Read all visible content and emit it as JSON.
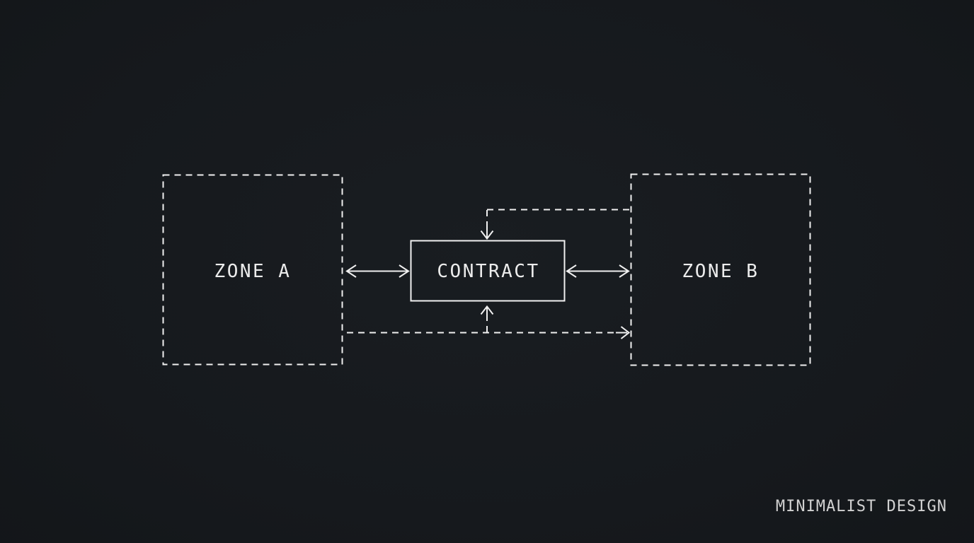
{
  "diagram": {
    "title": "zones-contract-flow",
    "nodes": {
      "zone_a": {
        "label": "ZONE A"
      },
      "contract": {
        "label": "CONTRACT"
      },
      "zone_b": {
        "label": "ZONE B"
      }
    },
    "edges": [
      {
        "from": "zone_a",
        "to": "contract",
        "style": "solid-double-arrow"
      },
      {
        "from": "contract",
        "to": "zone_b",
        "style": "solid-double-arrow"
      },
      {
        "from": "zone_b",
        "to": "contract",
        "style": "dashed-arrow-top"
      },
      {
        "from": "zone_a",
        "to": "zone_b",
        "style": "dashed-arrow-bottom"
      },
      {
        "from": "zone_a",
        "to": "contract",
        "style": "dashed-arrow-bottom-branch"
      }
    ],
    "watermark": "MINIMALIST DESIGN",
    "colors": {
      "background": "#16191d",
      "line": "#f0f0f0",
      "label_text": "#ececec",
      "watermark_text": "#d2d2d2"
    }
  }
}
